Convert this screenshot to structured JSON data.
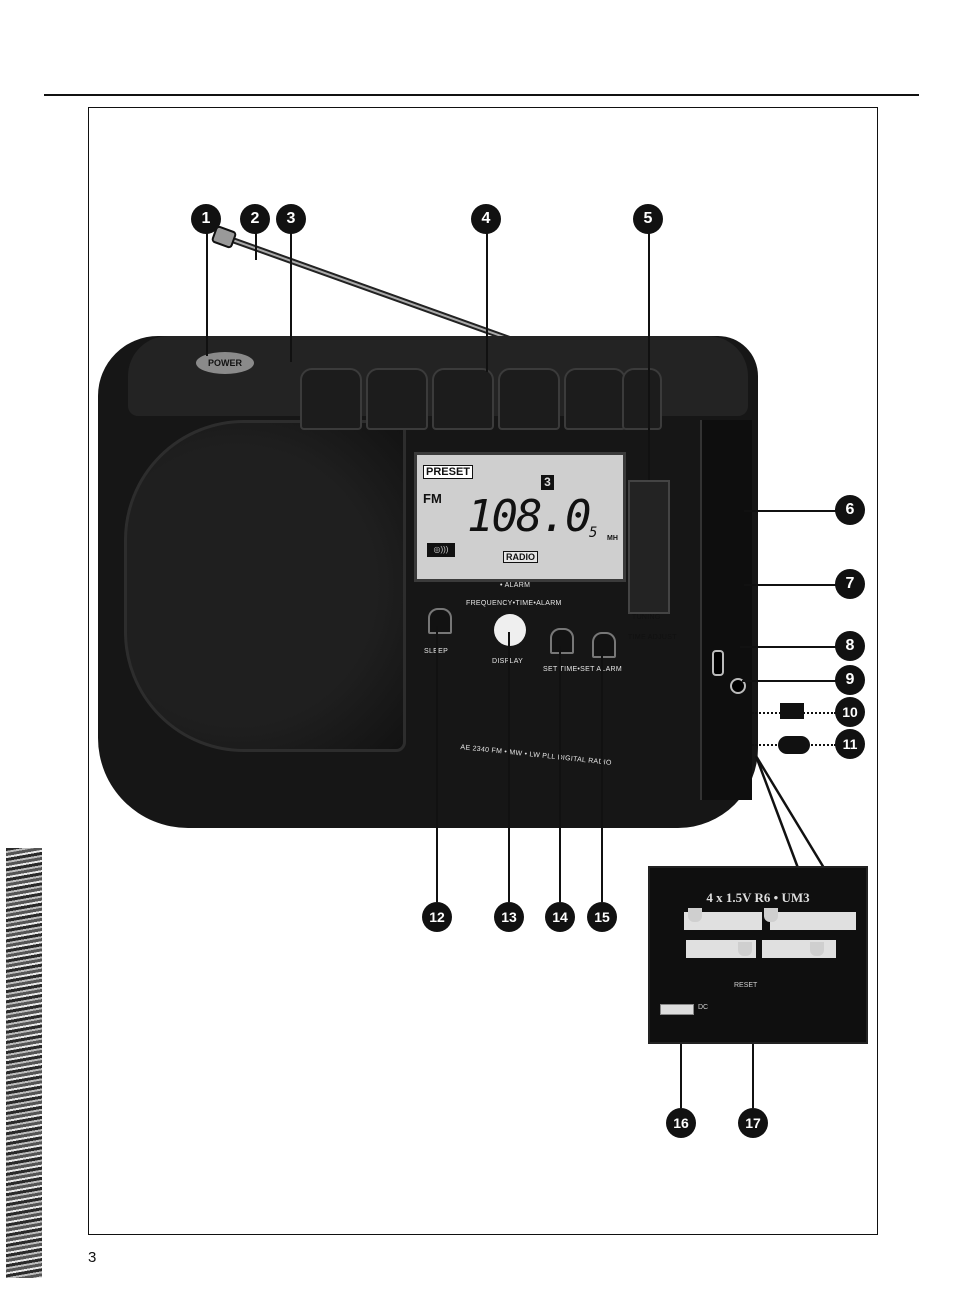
{
  "page": {
    "number": "3"
  },
  "radio": {
    "power_label": "POWER",
    "model_text": "AE 2340 FM • MW • LW PLL DIGITAL RADIO",
    "tuning_label_top": "TUNING",
    "tuning_label_bottom": "TIME ADJUST",
    "alarm_indicator": "• ALARM",
    "freq_mode_label": "FREQUENCY•TIME•ALARM",
    "sleep_label": "SLEEP",
    "display_label": "DISPLAY",
    "set_buttons_label": "SET TIME•SET ALARM"
  },
  "lcd": {
    "preset_badge": "PRESET",
    "channel": "3",
    "band": "FM",
    "frequency": "108.0",
    "frequency_sub": "5",
    "unit": "MH",
    "sound_icon_text": "◎)))",
    "mode_badge": "RADIO"
  },
  "battery_inset": {
    "title": "4 x 1.5V R6 • UM3",
    "reset_label": "RESET",
    "switch_label": "DC"
  },
  "callouts": [
    "1",
    "2",
    "3",
    "4",
    "5",
    "6",
    "7",
    "8",
    "9",
    "10",
    "11",
    "12",
    "13",
    "14",
    "15",
    "16",
    "17"
  ]
}
